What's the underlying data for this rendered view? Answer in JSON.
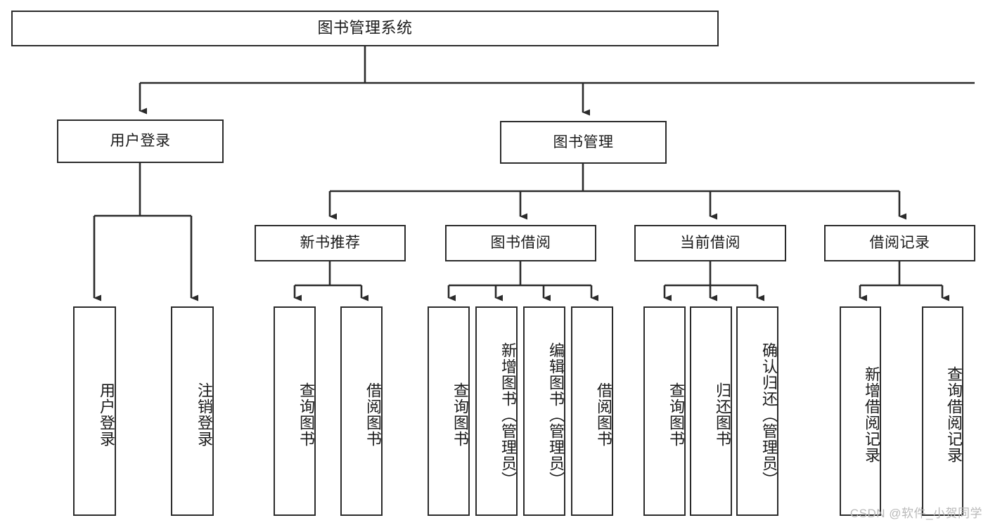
{
  "diagram": {
    "type": "tree-hierarchy",
    "title": "图书管理系统",
    "root": {
      "label": "图书管理系统"
    },
    "level2": [
      {
        "id": "user-login",
        "label": "用户登录"
      },
      {
        "id": "book-management",
        "label": "图书管理"
      }
    ],
    "level3": [
      {
        "id": "new-book-recommend",
        "label": "新书推荐",
        "parent": "book-management"
      },
      {
        "id": "book-borrow",
        "label": "图书借阅",
        "parent": "book-management"
      },
      {
        "id": "current-borrow",
        "label": "当前借阅",
        "parent": "book-management"
      },
      {
        "id": "borrow-record",
        "label": "借阅记录",
        "parent": "book-management"
      }
    ],
    "leaves": [
      {
        "id": "leaf-user-login",
        "label": "用户登录",
        "parent": "user-login"
      },
      {
        "id": "leaf-user-logout",
        "label": "注销登录",
        "parent": "user-login"
      },
      {
        "id": "leaf-query-book-1",
        "label": "查询图书",
        "parent": "new-book-recommend"
      },
      {
        "id": "leaf-borrow-book-1",
        "label": "借阅图书",
        "parent": "new-book-recommend"
      },
      {
        "id": "leaf-query-book-2",
        "label": "查询图书",
        "parent": "book-borrow"
      },
      {
        "id": "leaf-add-book",
        "label": "新增图书（管理员）",
        "parent": "book-borrow"
      },
      {
        "id": "leaf-edit-book",
        "label": "编辑图书（管理员）",
        "parent": "book-borrow"
      },
      {
        "id": "leaf-borrow-book-2",
        "label": "借阅图书",
        "parent": "book-borrow"
      },
      {
        "id": "leaf-query-book-3",
        "label": "查询图书",
        "parent": "current-borrow"
      },
      {
        "id": "leaf-return-book",
        "label": "归还图书",
        "parent": "current-borrow"
      },
      {
        "id": "leaf-confirm-return",
        "label": "确认归还（管理员）",
        "parent": "current-borrow"
      },
      {
        "id": "leaf-add-record",
        "label": "新增借阅记录",
        "parent": "borrow-record"
      },
      {
        "id": "leaf-query-record",
        "label": "查询借阅记录",
        "parent": "borrow-record"
      }
    ],
    "colors": {
      "stroke": "#2b2b2b",
      "fill": "#ffffff",
      "text": "#1a1a1a",
      "watermark": "#b9b9b9"
    }
  },
  "watermark": {
    "text": "CSDN @软件_小贺同学"
  }
}
